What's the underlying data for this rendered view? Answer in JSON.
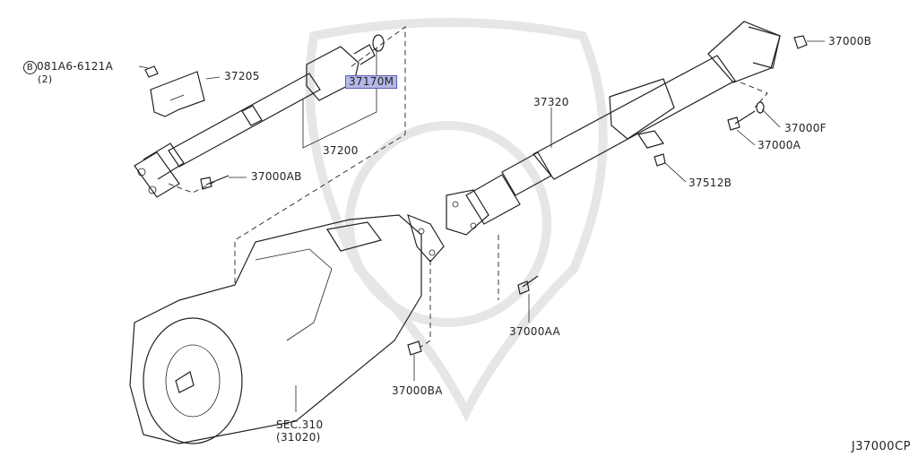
{
  "labels": {
    "p37000B": "37000B",
    "p08146": "081A6-6121A",
    "p08146_qty": "(2)",
    "p37205": "37205",
    "p37170M": "37170M",
    "p37200": "37200",
    "p37000AB": "37000AB",
    "p37320": "37320",
    "p37000F": "37000F",
    "p37000A": "37000A",
    "p37512B": "37512B",
    "p37000AA": "37000AA",
    "p37000BA": "37000BA",
    "sec310": "SEC.310",
    "sec310_sub": "(31020)",
    "circled_b": "B"
  },
  "figure_id": "J37000CP",
  "highlight_color": "#b4b8e8"
}
